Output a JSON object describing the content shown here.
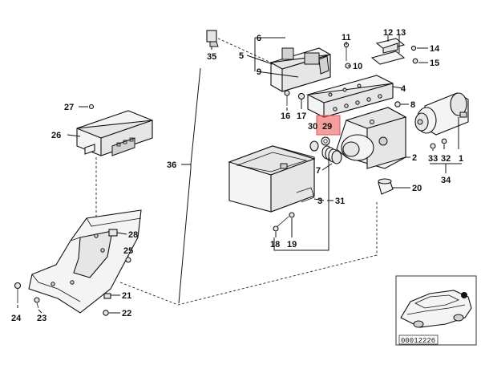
{
  "labels": {
    "l1": "1",
    "l2": "2",
    "l3": "3",
    "l4": "4",
    "l5": "5",
    "l6": "6",
    "l7": "7",
    "l8": "8",
    "l9": "9",
    "l10": "10",
    "l11": "11",
    "l12": "12",
    "l13": "13",
    "l14": "14",
    "l15": "15",
    "l16": "16",
    "l17": "17",
    "l18": "18",
    "l19": "19",
    "l20": "20",
    "l21": "21",
    "l22": "22",
    "l23": "23",
    "l24": "24",
    "l25": "25",
    "l26": "26",
    "l27": "27",
    "l28": "28",
    "l29": "29",
    "l30": "30",
    "l31": "31",
    "l32": "32",
    "l33": "33",
    "l34": "34",
    "l35": "35",
    "l36": "36"
  },
  "reference_code": "00012226",
  "highlight_color": "#e05555",
  "highlighted_part": "29"
}
